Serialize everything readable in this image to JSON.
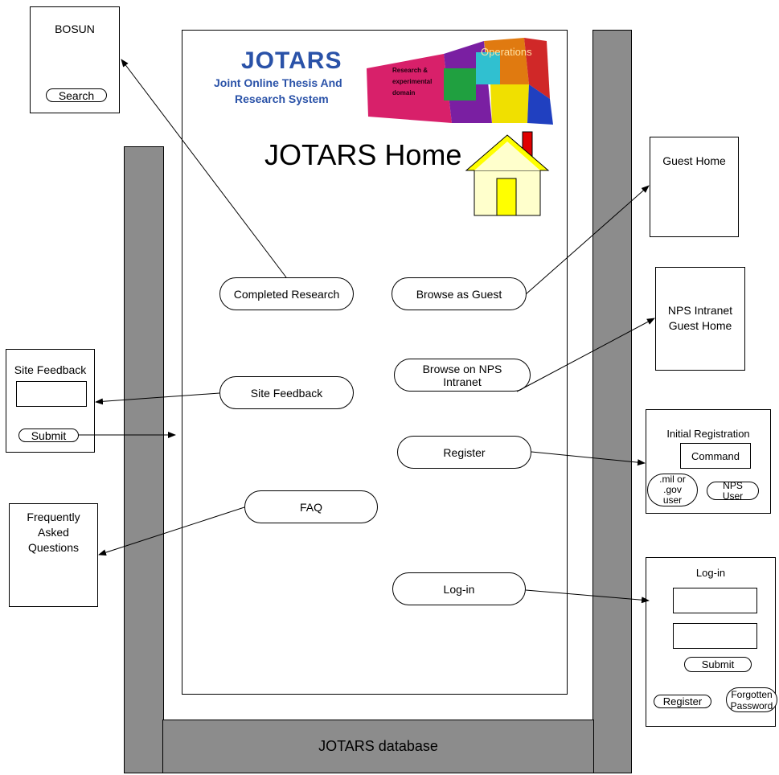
{
  "bosun": {
    "title": "BOSUN",
    "search_label": "Search"
  },
  "home": {
    "logo": {
      "name": "JOTARS",
      "line1": "Joint Online Thesis And",
      "line2": "Research System",
      "puzzle_top": "Operations",
      "puzzle_left1": "Research &",
      "puzzle_left2": "experimental",
      "puzzle_left3": "domain"
    },
    "title": "JOTARS Home",
    "buttons": {
      "completed_research": "Completed Research",
      "browse_guest": "Browse as Guest",
      "browse_nps_1": "Browse on NPS",
      "browse_nps_2": "Intranet",
      "site_feedback": "Site Feedback",
      "register": "Register",
      "faq": "FAQ",
      "login": "Log-in"
    },
    "database_label": "JOTARS database"
  },
  "guest_home": {
    "title": "Guest Home"
  },
  "nps_intranet": {
    "line1": "NPS Intranet",
    "line2": "Guest Home"
  },
  "site_feedback_box": {
    "title": "Site Feedback",
    "submit_label": "Submit"
  },
  "faq_box": {
    "line1": "Frequently",
    "line2": "Asked",
    "line3": "Questions"
  },
  "registration": {
    "title": "Initial Registration",
    "command_value": "Command",
    "mil_line1": ".mil or",
    "mil_line2": ".gov",
    "mil_line3": "user",
    "nps_line1": "NPS",
    "nps_line2": "User"
  },
  "login_box": {
    "title": "Log-in",
    "submit_label": "Submit",
    "register_label": "Register",
    "forgot_line1": "Forgotten",
    "forgot_line2": "Password"
  },
  "colors": {
    "frame_gray": "#8c8c8c",
    "logo_blue": "#2a52a8",
    "house_body": "#ffffcc",
    "house_roof": "#ffff00",
    "chimney": "#e00000"
  }
}
